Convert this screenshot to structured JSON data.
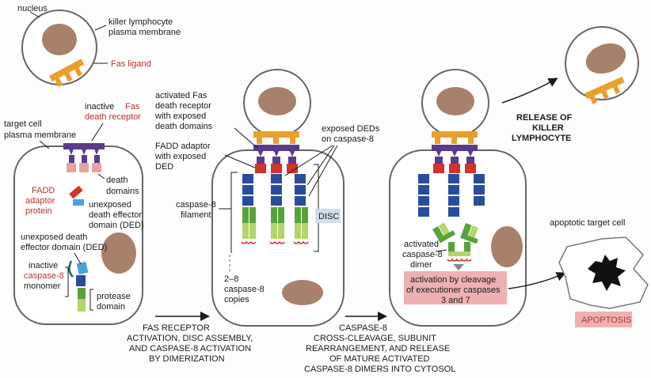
{
  "labels": {
    "nucleus": "nucleus",
    "killer_membrane_1": "killer lymphocyte",
    "killer_membrane_2": "plasma membrane",
    "fas_ligand": "Fas ligand",
    "inactive_fas_1": "inactive",
    "inactive_fas_1b": "Fas",
    "inactive_fas_2": "death receptor",
    "target_membrane_1": "target cell",
    "target_membrane_2": "plasma membrane",
    "death_domains_1": "death",
    "death_domains_2": "domains",
    "fadd_1": "FADD",
    "fadd_2": "adaptor",
    "fadd_3": "protein",
    "unexposed_ded_1": "unexposed",
    "unexposed_ded_2": "death effector",
    "unexposed_ded_3": "domain (DED)",
    "unexposed_death_1": "unexposed death",
    "unexposed_death_2": "effector domain (DED)",
    "inactive_casp_1": "inactive",
    "inactive_casp_2": "caspase-8",
    "inactive_casp_3": "monomer",
    "protease_1": "protease",
    "protease_2": "domain",
    "activated_fas_1": "activated Fas",
    "activated_fas_2": "death receptor",
    "activated_fas_3": "with exposed",
    "activated_fas_4": "death domains",
    "fadd_exposed_1": "FADD adaptor",
    "fadd_exposed_2": "with exposed",
    "fadd_exposed_3": "DED",
    "exposed_deds_1": "exposed DEDs",
    "exposed_deds_2": "on caspase-8",
    "filament_1": "caspase-8",
    "filament_2": "filament",
    "disc": "DISC",
    "copies_1": "2–8",
    "copies_2": "caspase-8",
    "copies_3": "copies",
    "release_1": "RELEASE OF",
    "release_2": "KILLER",
    "release_3": "LYMPHOCYTE",
    "activated_dimer_1": "activated",
    "activated_dimer_2": "caspase-8",
    "activated_dimer_3": "dimer",
    "cleavage_1": "activation by cleavage",
    "cleavage_2": "of executioner caspases",
    "cleavage_3": "3 and 7",
    "apoptotic_cell": "apoptotic target cell",
    "apoptosis": "APOPTOSIS",
    "step1_1": "FAS RECEPTOR",
    "step1_2": "ACTIVATION, DISC ASSEMBLY,",
    "step1_3": "AND CASPASE-8 ACTIVATION",
    "step1_4": "BY DIMERIZATION",
    "step2_1": "CASPASE-8",
    "step2_2": "CROSS-CLEAVAGE, SUBUNIT",
    "step2_3": "REARRANGEMENT, AND RELEASE",
    "step2_4": "OF MATURE ACTIVATED",
    "step2_5": "CASPASE-8 DIMERS INTO CYTOSOL"
  },
  "colors": {
    "ligand": "#e8a02a",
    "receptor": "#5b3a8c",
    "fadd_red": "#d0342c",
    "death_domain": "#e6a3a0",
    "ded_blue": "#2a4c9c",
    "casp_green": "#58a23c",
    "casp_light": "#b5d46a",
    "nucleus": "#a9806a",
    "cell_line": "#666666",
    "label_red": "#b5322e",
    "highlight_pink": "#eeb1b1",
    "disc_box": "#cfe0ea"
  }
}
